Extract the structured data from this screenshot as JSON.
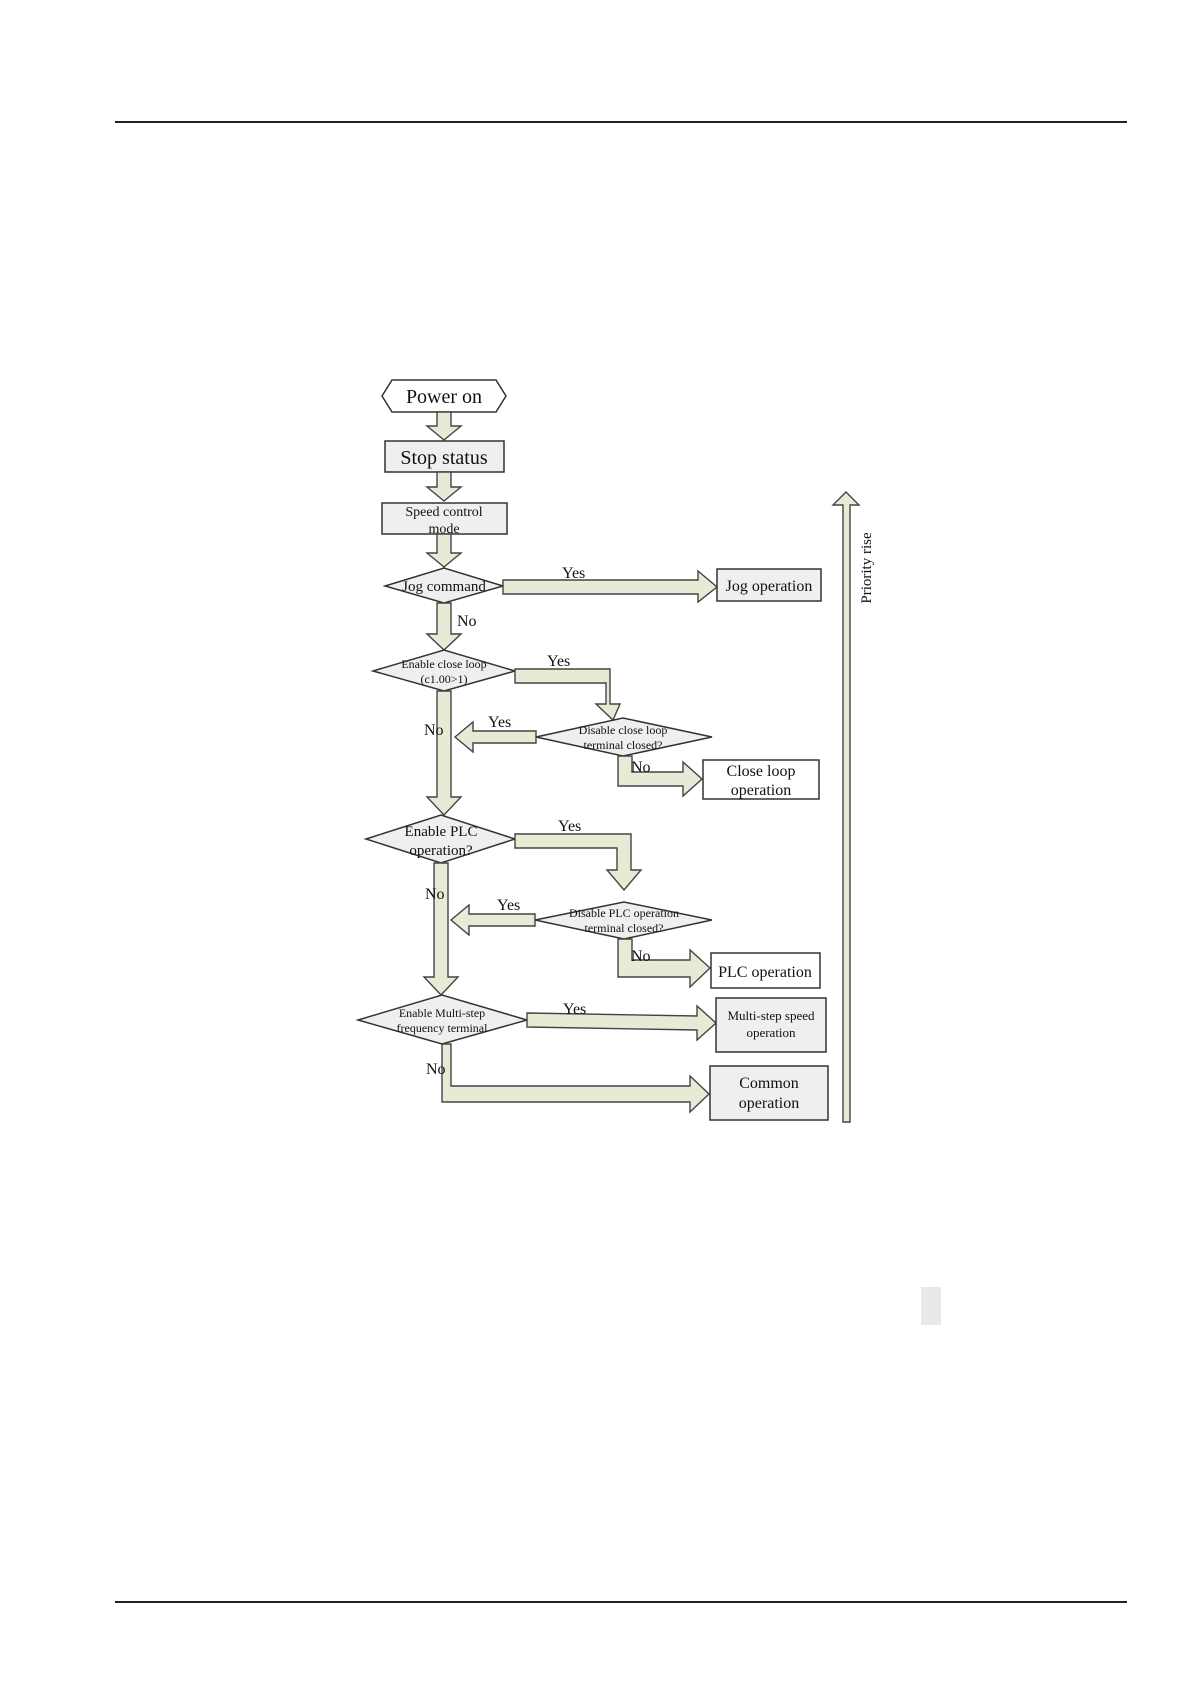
{
  "flowchart": {
    "nodes": {
      "power_on": "Power on",
      "stop_status": "Stop status",
      "speed_mode_l1": "Speed control",
      "speed_mode_l2": "mode",
      "jog_command": "Jog command",
      "jog_operation": "Jog operation",
      "enable_close_loop_l1": "Enable close loop",
      "enable_close_loop_l2": "(c1.00>1)",
      "disable_close_loop_l1": "Disable close loop",
      "disable_close_loop_l2": "terminal closed?",
      "close_loop_op_l1": "Close loop",
      "close_loop_op_l2": "operation",
      "enable_plc_l1": "Enable PLC",
      "enable_plc_l2": "operation?",
      "disable_plc_l1": "Disable PLC operation",
      "disable_plc_l2": "terminal closed?",
      "plc_operation": "PLC operation",
      "enable_multistep_l1": "Enable Multi-step",
      "enable_multistep_l2": "frequency terminal",
      "multistep_op_l1": "Multi-step speed",
      "multistep_op_l2": "operation",
      "common_op_l1": "Common",
      "common_op_l2": "operation"
    },
    "labels": {
      "yes": "Yes",
      "no": "No"
    },
    "priority_label": "Priority rise"
  }
}
